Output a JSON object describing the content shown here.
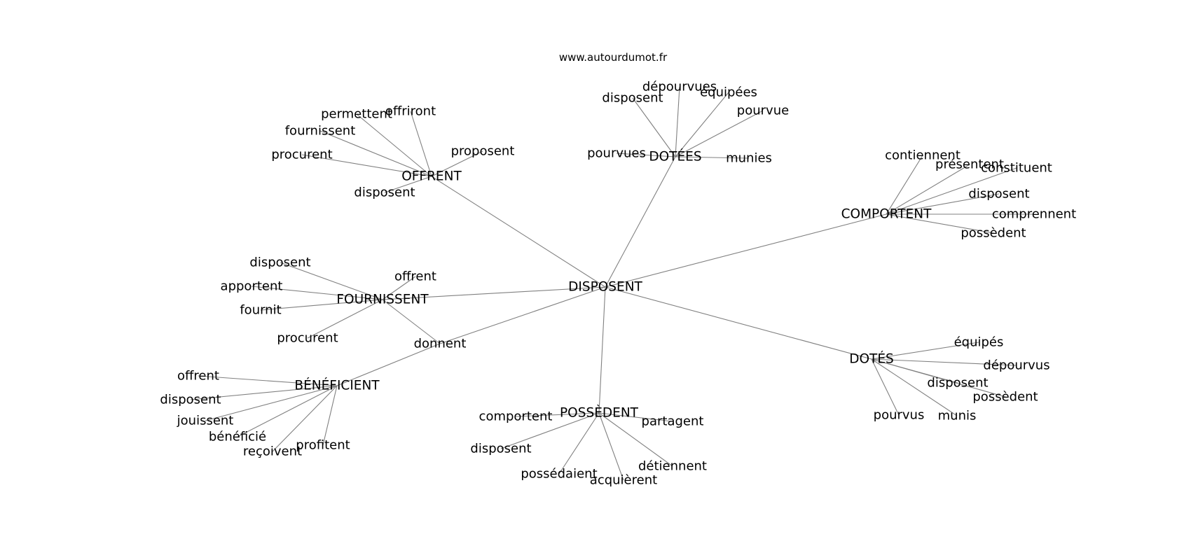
{
  "source": "www.autourdumot.fr",
  "root": {
    "id": "DISPOSENT",
    "label": "DISPOSENT"
  },
  "hubs": [
    {
      "id": "OFFRENT",
      "label": "OFFRENT",
      "leaves": [
        "offriront",
        "permettent",
        "fournissent",
        "procurent",
        "proposent",
        "disposent"
      ]
    },
    {
      "id": "DOTEES",
      "label": "DOTÉES",
      "leaves": [
        "dépourvues",
        "disposent",
        "équipées",
        "pourvue",
        "pourvues",
        "munies"
      ]
    },
    {
      "id": "COMPORTENT",
      "label": "COMPORTENT",
      "leaves": [
        "contiennent",
        "présentent",
        "constituent",
        "disposent",
        "comprennent",
        "possèdent"
      ]
    },
    {
      "id": "FOURNISSENT",
      "label": "FOURNISSENT",
      "leaves": [
        "disposent",
        "offrent",
        "apportent",
        "fournit",
        "procurent",
        "donnent"
      ]
    },
    {
      "id": "DOTES",
      "label": "DOTÉS",
      "leaves": [
        "équipés",
        "dépourvus",
        "disposent",
        "possèdent",
        "pourvus",
        "munis"
      ]
    },
    {
      "id": "POSSEDENT",
      "label": "POSSÈDENT",
      "leaves": [
        "comportent",
        "partagent",
        "disposent",
        "possédaient",
        "acquièrent",
        "détiennent"
      ]
    },
    {
      "id": "BENEFICIENT",
      "label": "BÉNÉFICIENT",
      "leaves": [
        "offrent",
        "disposent",
        "jouissent",
        "bénéficié",
        "reçoivent",
        "profitent"
      ]
    }
  ],
  "edges": [
    [
      "DISPOSENT",
      "OFFRENT"
    ],
    [
      "DISPOSENT",
      "DOTEES"
    ],
    [
      "DISPOSENT",
      "COMPORTENT"
    ],
    [
      "DISPOSENT",
      "FOURNISSENT"
    ],
    [
      "DISPOSENT",
      "DOTES"
    ],
    [
      "DISPOSENT",
      "POSSEDENT"
    ],
    [
      "DISPOSENT",
      "donnent"
    ],
    [
      "donnent",
      "BENEFICIENT"
    ]
  ]
}
